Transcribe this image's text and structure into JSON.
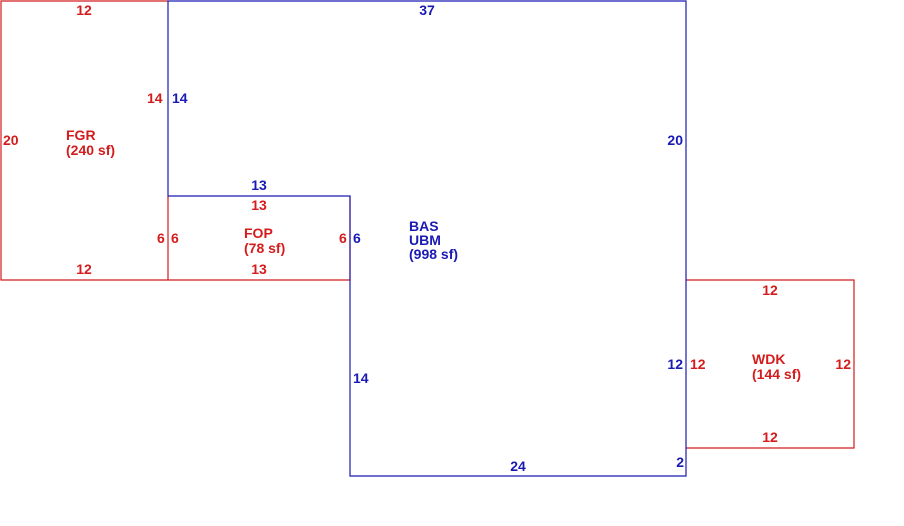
{
  "colors": {
    "red": "#d41c1c",
    "blue": "#1a1ab4",
    "background": "#ffffff"
  },
  "areas": {
    "fgr": {
      "code": "FGR",
      "area": "(240 sf)"
    },
    "fop": {
      "code": "FOP",
      "area": "(78 sf)"
    },
    "bas": {
      "code": "BAS",
      "sub": "UBM",
      "area": "(998 sf)"
    },
    "wdk": {
      "code": "WDK",
      "area": "(144 sf)"
    }
  },
  "dims": {
    "fgr_top": "12",
    "fgr_left": "20",
    "fgr_right": "14",
    "fgr_bottom": "12",
    "fop_top": "13",
    "fop_left_outer": "6",
    "fop_left_inner": "6",
    "fop_right": "6",
    "fop_bottom": "13",
    "bas_top": "37",
    "bas_left_upper": "14",
    "bas_notch_top": "13",
    "bas_notch_right": "6",
    "bas_right_upper": "20",
    "bas_left_lower": "14",
    "bas_bottom": "24",
    "bas_right_lower": "12",
    "bas_right_bottom": "2",
    "wdk_top": "12",
    "wdk_left": "12",
    "wdk_right": "12",
    "wdk_bottom": "12"
  }
}
